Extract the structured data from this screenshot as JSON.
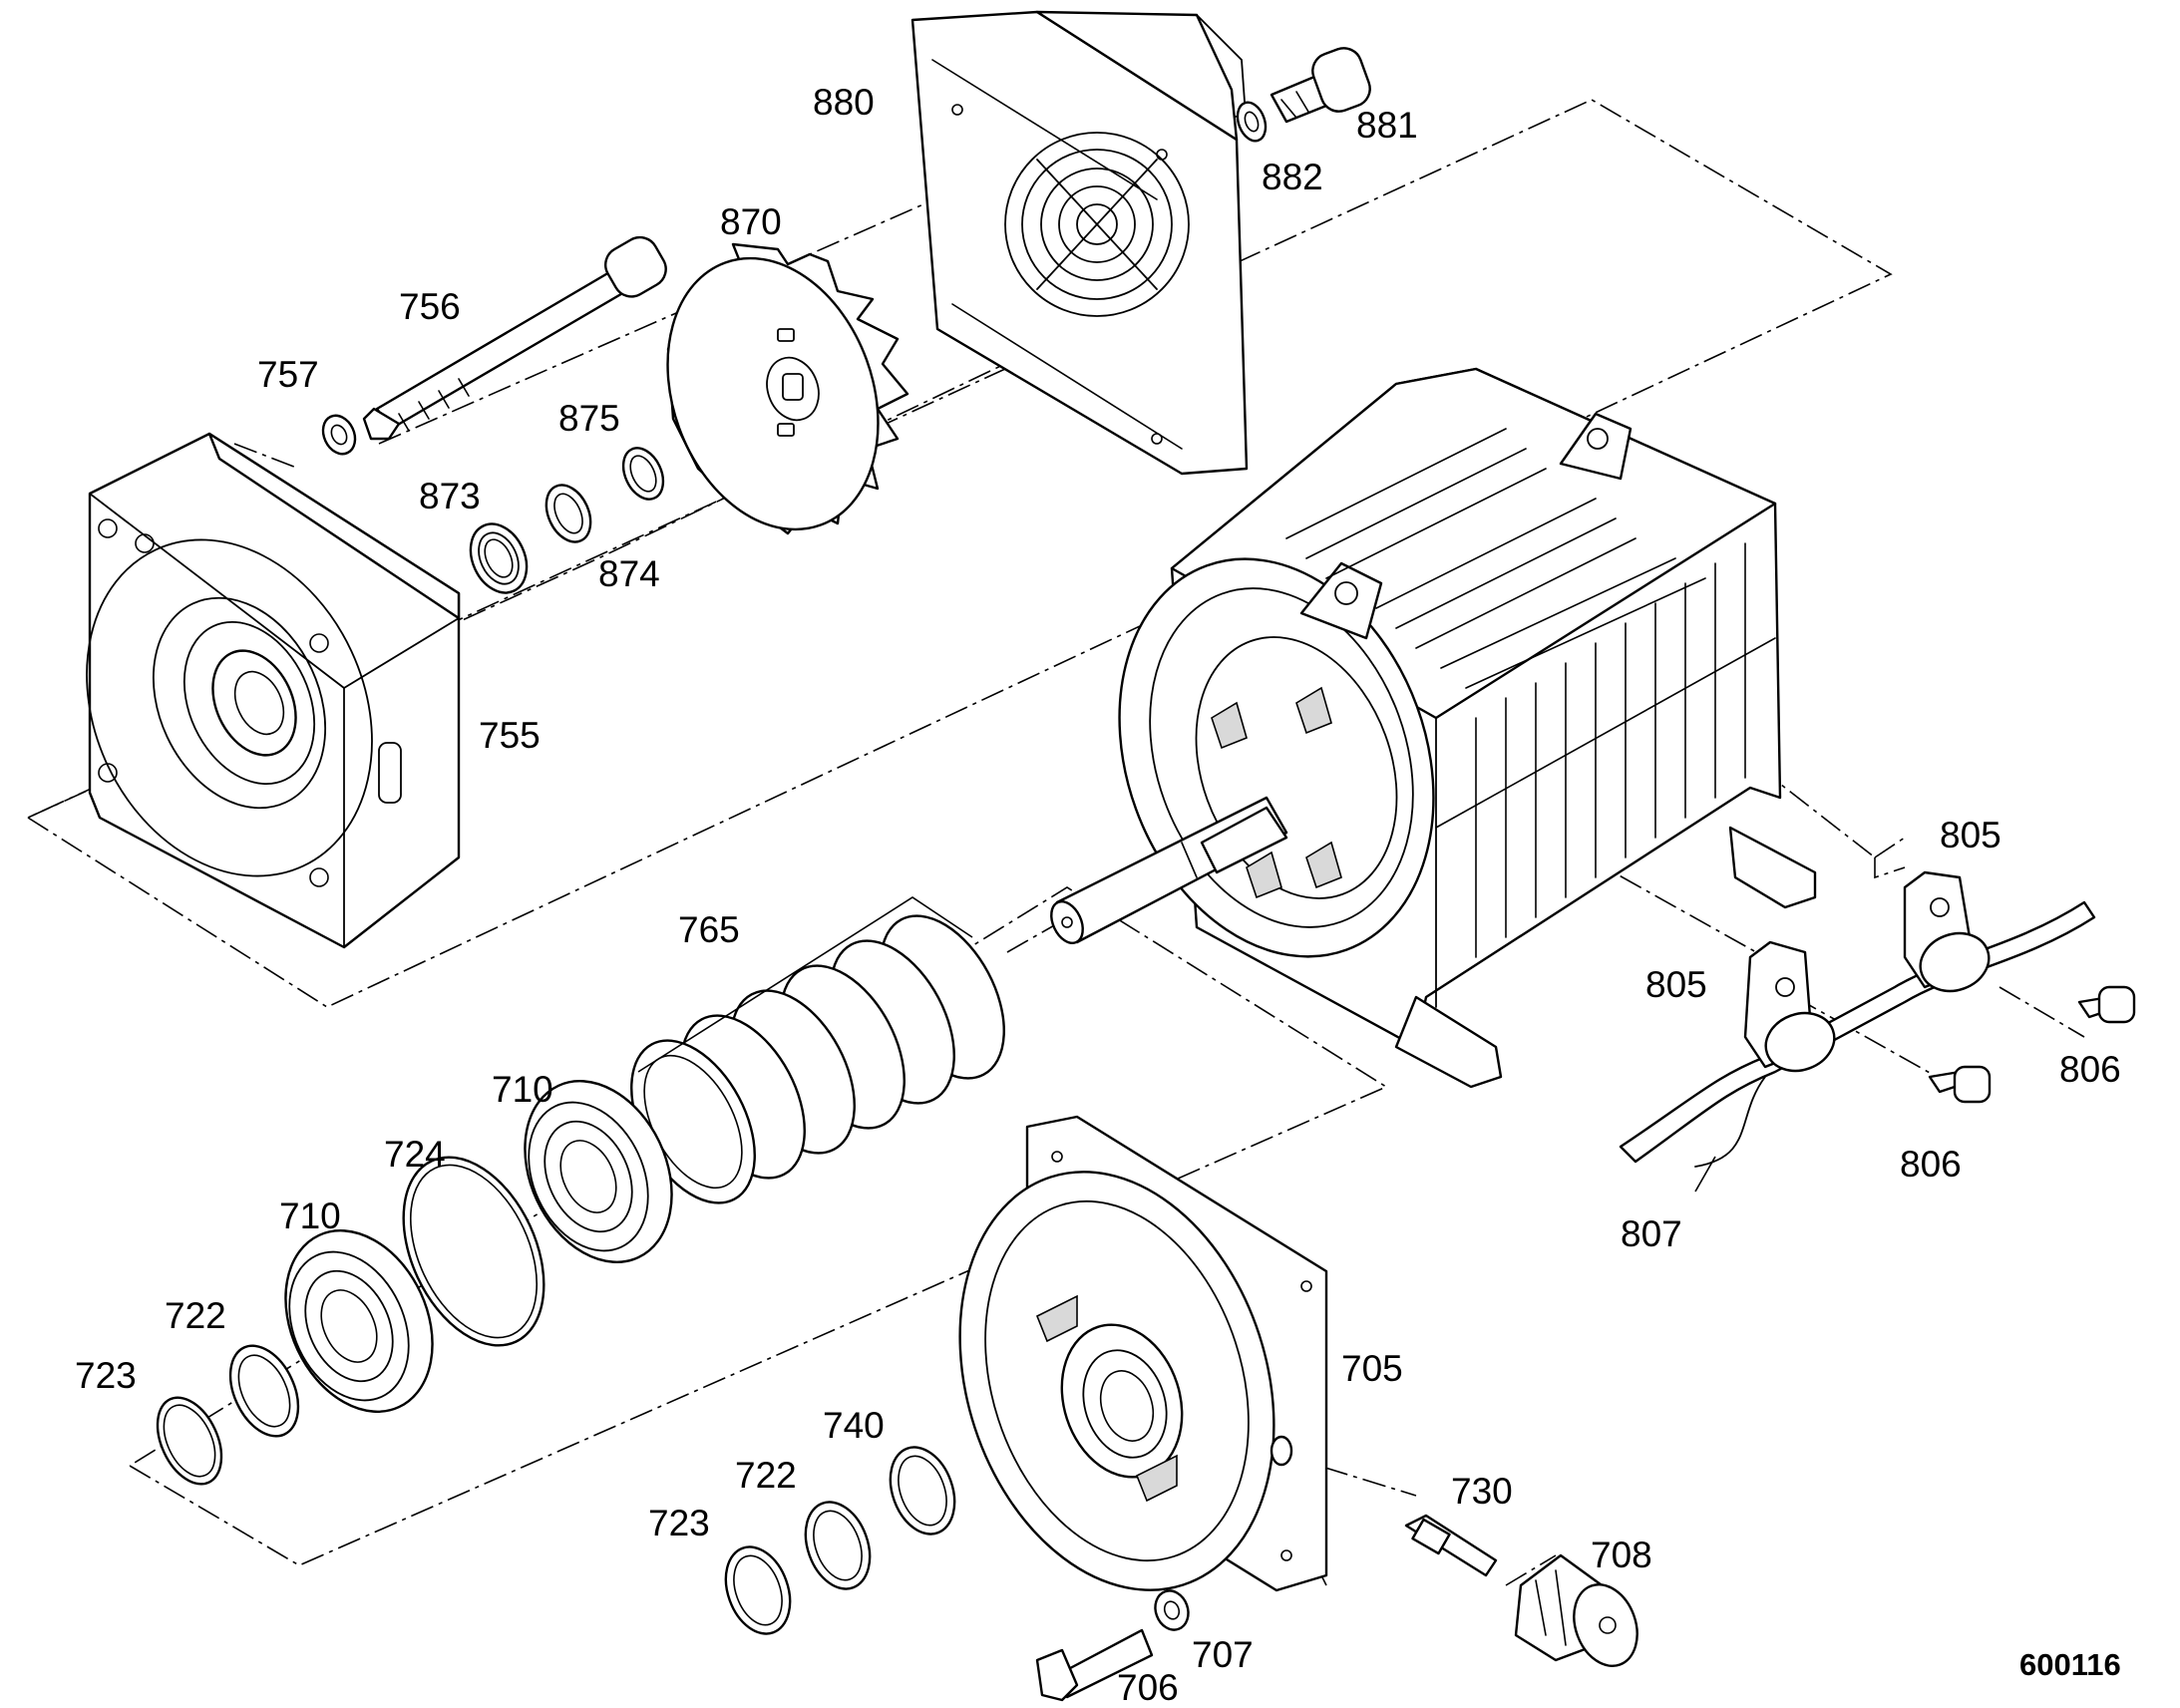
{
  "labels": {
    "l880": "880",
    "l881": "881",
    "l882": "882",
    "l870": "870",
    "l756": "756",
    "l757": "757",
    "l875": "875",
    "l873": "873",
    "l874": "874",
    "l755": "755",
    "l765": "765",
    "l710a": "710",
    "l710b": "710",
    "l724": "724",
    "l722a": "722",
    "l723a": "723",
    "l705": "705",
    "l740": "740",
    "l722b": "722",
    "l723b": "723",
    "l730": "730",
    "l708": "708",
    "l707": "707",
    "l706": "706",
    "l805a": "805",
    "l805b": "805",
    "l806a": "806",
    "l806b": "806",
    "l807": "807"
  },
  "drawing_number": "600116"
}
